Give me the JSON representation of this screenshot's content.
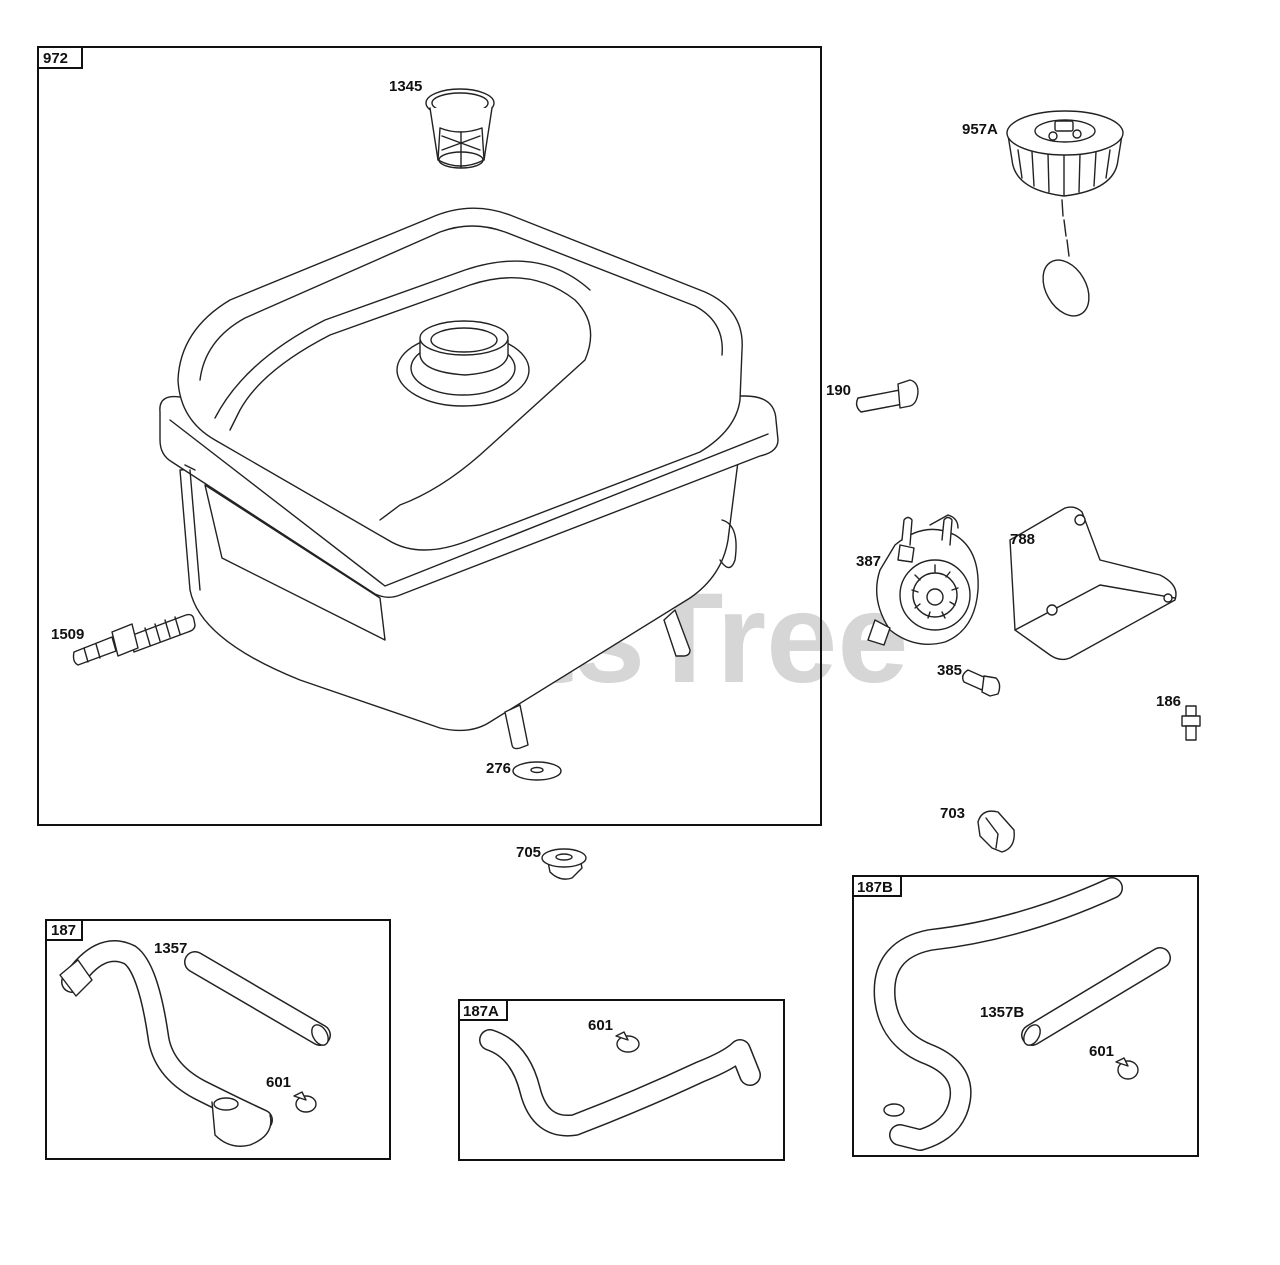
{
  "watermark": "PartsTree",
  "boxes": {
    "main": "972",
    "hose_a": "187",
    "hose_b": "187A",
    "hose_c": "187B"
  },
  "callouts": {
    "strainer": "1345",
    "fuel_cap": "957A",
    "bolt_190": "190",
    "fuel_pump": "387",
    "bracket": "788",
    "bolt_385": "385",
    "fitting_186": "186",
    "shutoff_valve": "1509",
    "washer": "276",
    "clip_703": "703",
    "nut_705": "705",
    "hose_1357": "1357",
    "clamp_187": "601",
    "clamp_187a": "601",
    "hose_1357b": "1357B",
    "clamp_187b": "601"
  }
}
